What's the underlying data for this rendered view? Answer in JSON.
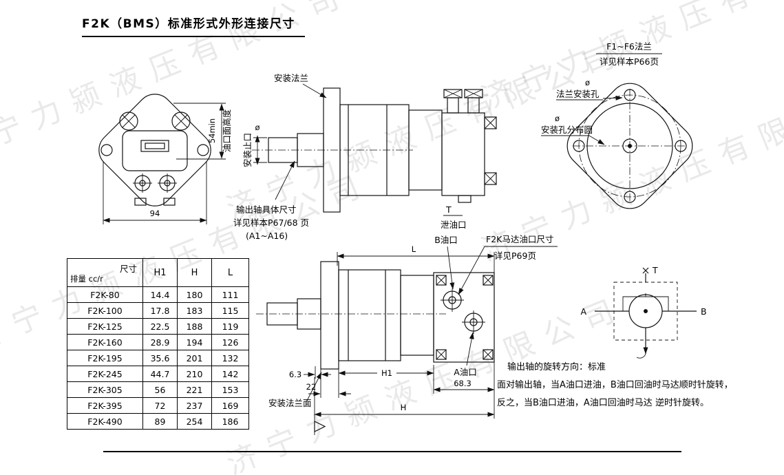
{
  "page": {
    "title": "F2K（BMS）标准形式外形连接尺寸",
    "watermark": "济宁力颍液压有限公司"
  },
  "front_view": {
    "dim_width": "94",
    "dim_height": "54min",
    "port_face_height": "油口面高度"
  },
  "side_view": {
    "mount_flange": "安装法兰",
    "phi": "ø",
    "spigot": "安装止口",
    "shaft_note1": "输出轴具体尺寸",
    "shaft_note2": "详见样本P67/68 页",
    "shaft_note3": "(A1~A16)",
    "t": "T",
    "drain_port": "泄油口"
  },
  "rear_view": {
    "ref1": "F1~F6法兰",
    "ref2": "详见样本P66页",
    "phi": "ø",
    "flange_hole": "法兰安装孔",
    "bolt_circle": "安装孔分布圆"
  },
  "bottom_view": {
    "dim_l": "L",
    "port_b": "B油口",
    "port_note1": "F2K马达油口尺寸",
    "port_note2": "详见P69页",
    "port_a": "A油口",
    "dim_h1": "H1",
    "dim_683": "68.3",
    "dim_63": "6.3",
    "dim_22": "22",
    "flange_face": "安装法兰面",
    "dim_h": "H"
  },
  "schematic": {
    "t": "T",
    "a": "A",
    "b": "B"
  },
  "rotation_note": {
    "line1": "输出轴的旋转方向：标准",
    "line2": "面对输出轴，当A油口进油，B油口回油时马达顺时针旋转，",
    "line3": "反之，当B油口进油，A油口回油时马达 逆时针旋转。"
  },
  "table": {
    "header_top": "尺寸",
    "header_bottom": "排量 cc/r",
    "columns": [
      "H1",
      "H",
      "L"
    ],
    "rows": [
      {
        "model": "F2K-80",
        "H1": "14.4",
        "H": "180",
        "L": "111"
      },
      {
        "model": "F2K-100",
        "H1": "17.8",
        "H": "183",
        "L": "115"
      },
      {
        "model": "F2K-125",
        "H1": "22.5",
        "H": "188",
        "L": "119"
      },
      {
        "model": "F2K-160",
        "H1": "28.9",
        "H": "194",
        "L": "126"
      },
      {
        "model": "F2K-195",
        "H1": "35.6",
        "H": "201",
        "L": "132"
      },
      {
        "model": "F2K-245",
        "H1": "44.7",
        "H": "210",
        "L": "142"
      },
      {
        "model": "F2K-305",
        "H1": "56",
        "H": "221",
        "L": "153"
      },
      {
        "model": "F2K-395",
        "H1": "72",
        "H": "237",
        "L": "169"
      },
      {
        "model": "F2K-490",
        "H1": "89",
        "H": "254",
        "L": "186"
      }
    ]
  }
}
